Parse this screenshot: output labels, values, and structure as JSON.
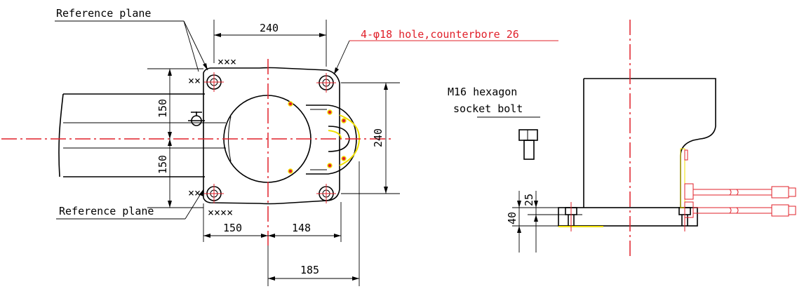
{
  "labels": {
    "reference_plane_top": "Reference plane",
    "reference_plane_bottom": "Reference plane",
    "hole_note": "4-φ18 hole,counterbore 26",
    "bolt_note_line1": "M16 hexagon",
    "bolt_note_line2": "socket bolt",
    "hatch_top": "×××",
    "hatch_bottom": "××××",
    "hatch_side_top": "××",
    "hatch_side_bottom": "××"
  },
  "dimensions": {
    "top_width": "240",
    "right_height": "240",
    "left_upper": "150",
    "left_lower": "150",
    "bottom_left": "150",
    "bottom_right": "148",
    "bottom_overall": "185",
    "side_upper": "25",
    "side_lower": "40"
  },
  "colors": {
    "centerline": "#e0202a",
    "note": "#e0202a",
    "highlight": "#f1e000",
    "line": "#000000"
  }
}
